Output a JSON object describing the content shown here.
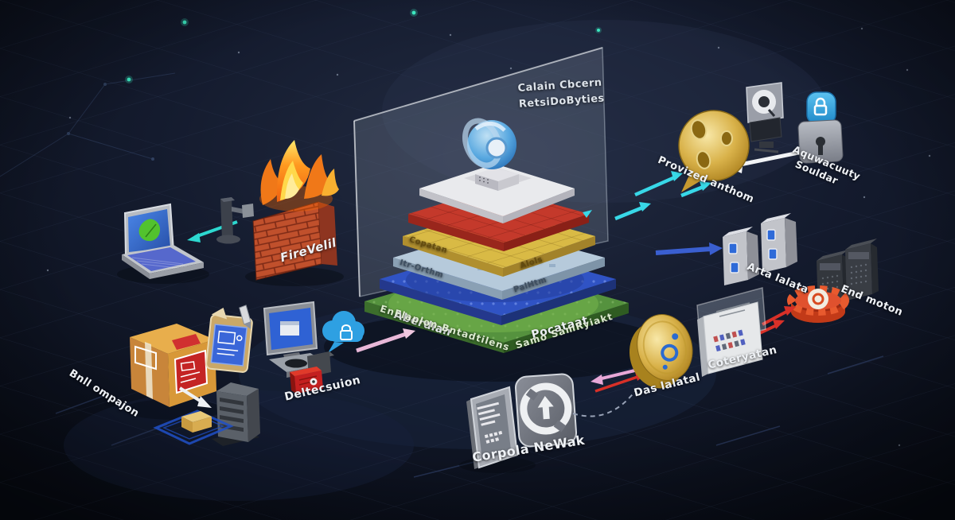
{
  "colors": {
    "background": "#0a0e19",
    "teal_arrow": "#2dd8d0",
    "cyan_arrow": "#38d8e8",
    "blue_arrow": "#3a5fd0",
    "red_arrow": "#d83028",
    "pink_arrow": "#e8a8d8",
    "gold": "#d9b24a",
    "firewall_brick": "#c0502c",
    "flame_orange": "#ff9a20",
    "layer_red": "#c4392b",
    "layer_yellow": "#d9ba45",
    "layer_gray": "#b6cadb",
    "layer_blue": "#3053c4",
    "layer_green": "#55923e",
    "lock_blue": "#2e9fd8",
    "screen_blue": "#2f62d4"
  },
  "glass": {
    "line1": "Calain Cbcern",
    "line2": "RetsiDoByties"
  },
  "stack": {
    "yellow_left": "Copatan",
    "yellow_right": "Alols",
    "gray_left": "Itr-Orthm",
    "gray_right": "PalHtm",
    "green_left": "EnFlaplon Bntadtilens",
    "green_right": "Samo SamRyiakt"
  },
  "labels": {
    "firewall": "FireVelil",
    "aberdian": "Aberdian",
    "pocataat": "Pocataat",
    "provized_anthom": "Provized anthom",
    "security_line1": "Aquwacuuty",
    "security_line2": "Souldar",
    "arta_lalata": "Arta lalata",
    "end_moton": "End moton",
    "das_lalatal": "Das lalatal",
    "coteryation": "Coteryatan",
    "corporate_network": "Corpola NeWak",
    "package": "Bnll ompajon",
    "detection": "Deltecsuion"
  }
}
